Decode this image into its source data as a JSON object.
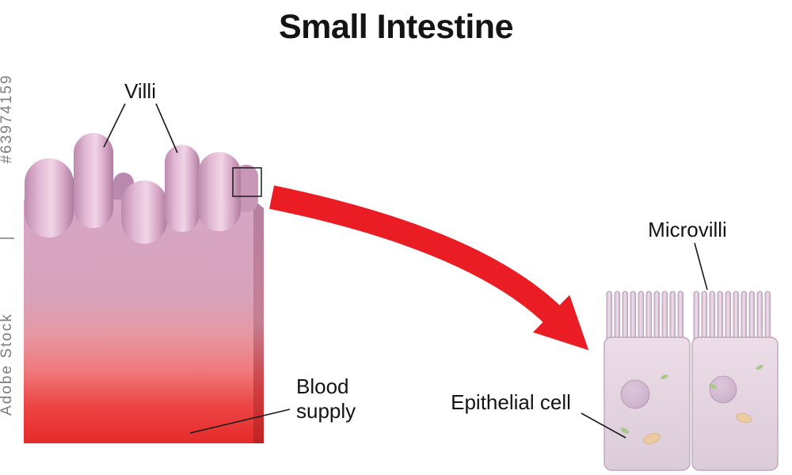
{
  "title": "Small Intestine",
  "watermark": {
    "brand": "Adobe Stock",
    "separator": "|",
    "image_id": "#63974159"
  },
  "labels": {
    "villi": "Villi",
    "blood_supply_line1": "Blood",
    "blood_supply_line2": "supply",
    "microvilli": "Microvilli",
    "epithelial_cell": "Epithelial cell"
  },
  "colors": {
    "villi_pink": "#d6a6c6",
    "blood_red": "#e62a2a",
    "arrow_red": "#ea1c24",
    "cell_fill": "#e5d4e1",
    "nucleus": "#cbb0c9",
    "label_text": "#141414",
    "watermark_gray": "#7d7d7d"
  }
}
